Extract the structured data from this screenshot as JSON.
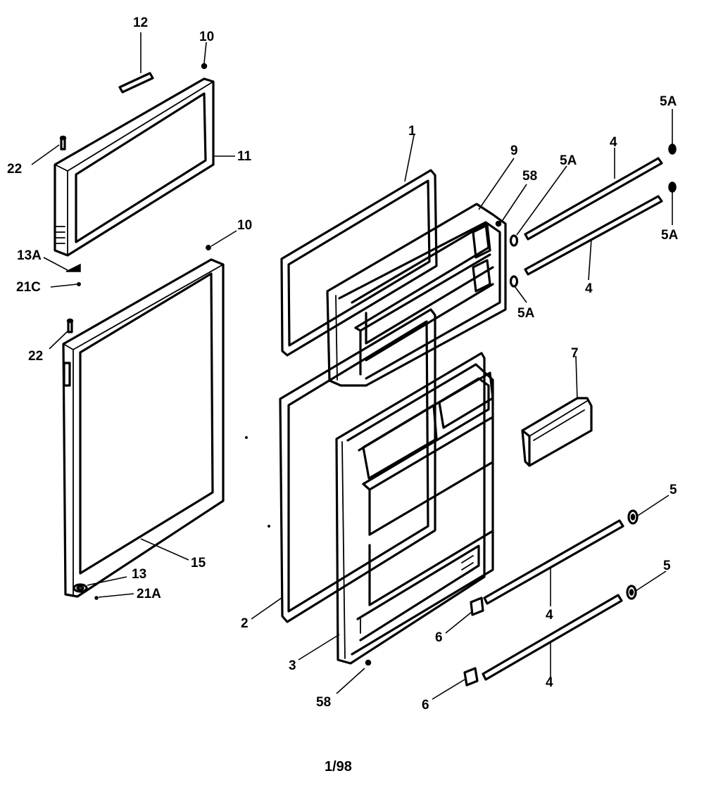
{
  "callouts": {
    "l12": "12",
    "l10_top": "10",
    "l22_top": "22",
    "l11": "11",
    "l13A": "13A",
    "l21C": "21C",
    "l10_mid": "10",
    "l22_mid": "22",
    "l13": "13",
    "l21A": "21A",
    "l15": "15",
    "l1": "1",
    "l9": "9",
    "l58_top": "58",
    "l5A_a": "5A",
    "l4_a": "4",
    "l5A_b": "5A",
    "l5A_c": "5A",
    "l4_b": "4",
    "l5A_d": "5A",
    "l7": "7",
    "l5_a": "5",
    "l5_b": "5",
    "l4_c": "4",
    "l6_a": "6",
    "l4_d": "4",
    "l6_b": "6",
    "l2": "2",
    "l3": "3",
    "l58_bot": "58"
  },
  "footer": {
    "page_number": "1/98"
  }
}
